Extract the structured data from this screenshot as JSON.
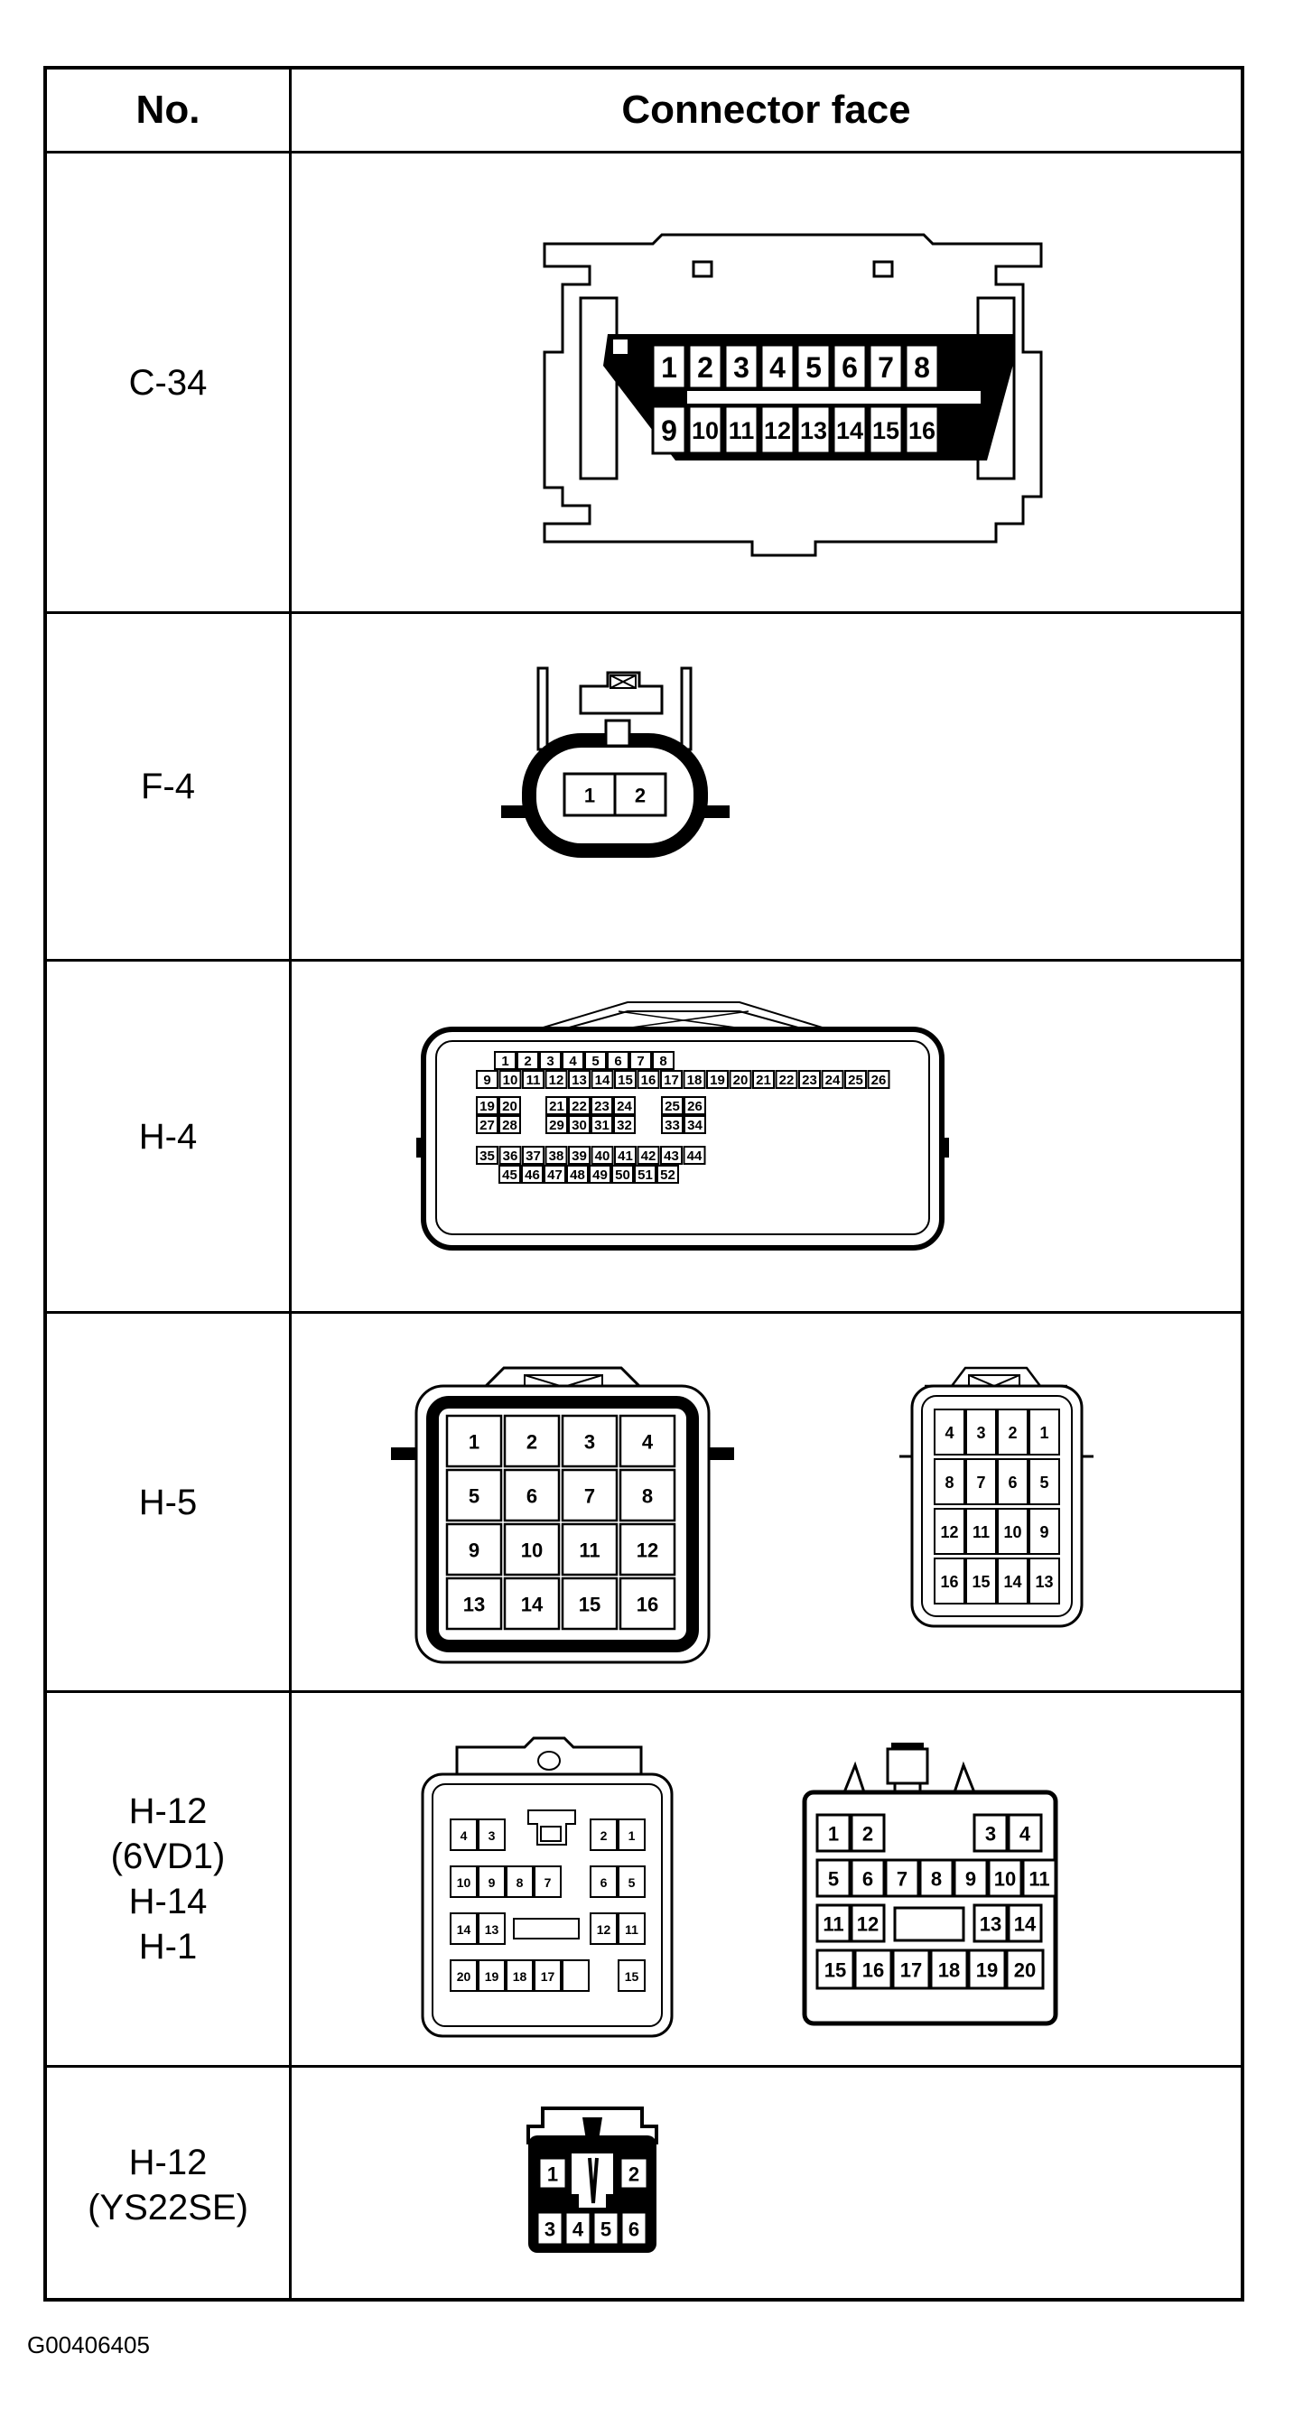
{
  "header": {
    "no": "No.",
    "face": "Connector face"
  },
  "rows": [
    {
      "id": "C-34",
      "label_lines": [
        "C-34"
      ]
    },
    {
      "id": "F-4",
      "label_lines": [
        "F-4"
      ]
    },
    {
      "id": "H-4",
      "label_lines": [
        "H-4"
      ]
    },
    {
      "id": "H-5",
      "label_lines": [
        "H-5"
      ]
    },
    {
      "id": "H-12-6VD1",
      "label_lines": [
        "H-12",
        "(6VD1)",
        "H-14",
        "H-1"
      ]
    },
    {
      "id": "H-12-YS22SE",
      "label_lines": [
        "H-12",
        "(YS22SE)"
      ]
    }
  ],
  "caption": "G00406405"
}
